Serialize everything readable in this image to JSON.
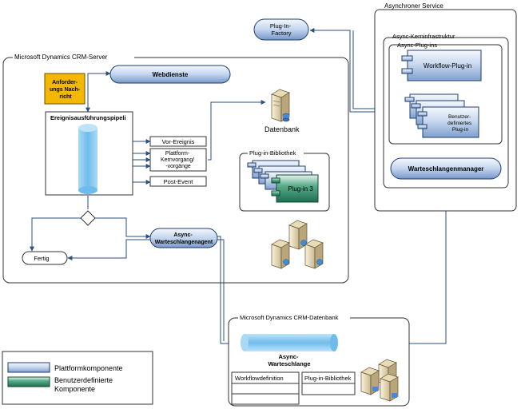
{
  "colors": {
    "platform_fill": "#c7d7ef",
    "platform_stroke": "#1f3d6b",
    "custom_fill": "#2f8a6a",
    "message_fill": "#f5b800",
    "line": "#2b4f80",
    "pipe_fill": "#7fc4ee"
  },
  "async_service": {
    "title": "Asynchroner Service",
    "infra_title": "Async-Kerninfrastruktur",
    "plugins_title": "Async-Plug-ins",
    "workflow_plugin": "Workflow-Plug-in",
    "custom_plugin_lines": [
      "Benutzer-",
      "definiertes",
      "Plug-in"
    ],
    "queue_manager": "Warteschlangenmanager"
  },
  "plugin_factory": [
    "Plug-In-",
    "Factory"
  ],
  "crm_server": {
    "title": "Microsoft Dynamics CRM-Server",
    "request_lines": [
      "Anforder-",
      "ungs Nach-",
      "richt"
    ],
    "web_services": "Webdienste",
    "pipeline_title": "Ereignisausführungspipeli",
    "pre_event": "Vor-Ereignis",
    "platform_core_lines": [
      "Plattform-",
      "Kernvorgang/",
      "-vorgänge"
    ],
    "post_event": "Post-Event",
    "database_label": "Datenbank",
    "plugin_library_title": "Plug-in-Bibliothek",
    "plugin_3": "Plug-in 3",
    "async_queue_agent_lines": [
      "Async-",
      "Warteschlangenagent"
    ],
    "done": "Fertig"
  },
  "crm_database": {
    "title": "Microsoft Dynamics CRM-Datenbank",
    "async_queue_lines": [
      "Async-",
      "Warteschlange"
    ],
    "workflow_definition": "Workflowdefinition",
    "plugin_library": "Plug-in-Bibliothek"
  },
  "legend": {
    "platform_component": "Plattformkomponente",
    "custom_component_lines": [
      "Benutzerdefinierte",
      "Komponente"
    ]
  }
}
